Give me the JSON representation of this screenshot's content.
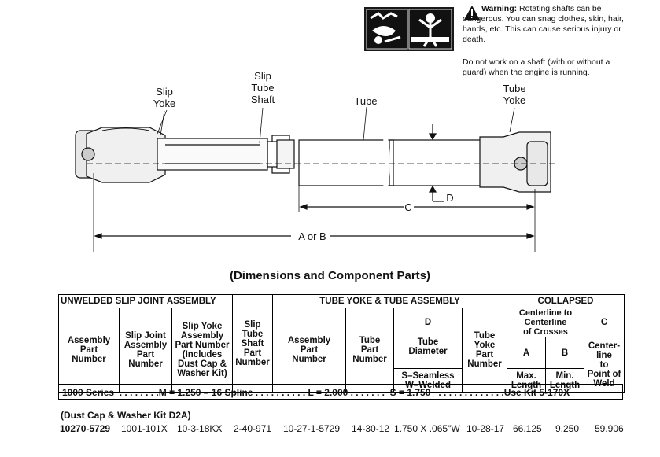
{
  "warning": {
    "title": "Warning:",
    "text": "Rotating shafts can be dangerous. You can snag clothes, skin, hair, hands, etc. This can cause serious injury or death.",
    "note": "Do not work on a shaft (with or without a guard) when the engine is running."
  },
  "diagram_labels": {
    "slip_yoke": "Slip\nYoke",
    "slip_tube_shaft": "Slip\nTube\nShaft",
    "tube": "Tube",
    "tube_yoke": "Tube\nYoke",
    "dim_c": "C",
    "dim_d": "D",
    "dim_a_or_b": "A or B"
  },
  "section_title": "(Dimensions and Component Parts)",
  "table": {
    "group_unwelded": "UNWELDED SLIP JOINT ASSEMBLY",
    "group_tube_yoke": "TUBE YOKE & TUBE ASSEMBLY",
    "group_collapsed": "COLLAPSED",
    "col_assembly_part_number": "Assembly\nPart\nNumber",
    "col_slip_joint_assembly": "Slip Joint\nAssembly\nPart\nNumber",
    "col_slip_yoke_assembly": "Slip Yoke\nAssembly\nPart Number\n(Includes\nDust Cap &\nWasher Kit)",
    "col_slip_tube_shaft": "Slip\nTube\nShaft\nPart\nNumber",
    "col_ty_assembly_part_number": "Assembly\nPart\nNumber",
    "col_tube_part_number": "Tube\nPart\nNumber",
    "col_d": "D",
    "col_tube_diameter": "Tube\nDiameter",
    "col_seam": "S–Seamless\nW–Welded",
    "col_tube_yoke_part": "Tube\nYoke\nPart\nNumber",
    "col_centerline": "Centerline to\nCenterline\nof Crosses",
    "col_a": "A",
    "col_b": "B",
    "col_max_length": "Max.\nLength",
    "col_min_length": "Min.\nLength",
    "col_c": "C",
    "col_center_line_weld": "Center-\nline\nto\nPoint of\nWeld"
  },
  "series_line": "1000 Series  . . . . . . . .M = 1.250 – 16 Spline . . . . . . . . . . L = 2.000 . . . . . . .  S = 1.750   . . . . . . . . . . . . .Use Kit 5-170X",
  "kit_note": "(Dust Cap & Washer Kit D2A)",
  "data_row": [
    "10270-5729",
    "1001-101X",
    "10-3-18KX",
    "2-40-971",
    "10-27-1-5729",
    "14-30-12",
    "1.750 X .065\"W",
    "10-28-17",
    "66.125",
    "9.250",
    "59.906"
  ]
}
